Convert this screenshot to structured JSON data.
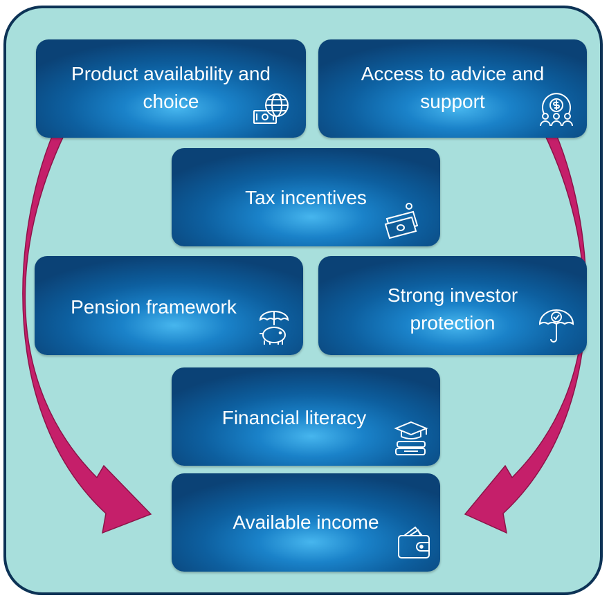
{
  "colors": {
    "frame_fill": "#a8dfdc",
    "frame_border": "#0d3356",
    "card_dark": "#0b4276",
    "card_light": "#47b6ee",
    "arrow": "#c51f6a",
    "arrow_edge": "#8c1449"
  },
  "cards": {
    "product": {
      "label": "Product availability and\nchoice",
      "icon": "globe-money-icon"
    },
    "advice": {
      "label": "Access to advice and\nsupport",
      "icon": "advisor-coin-icon"
    },
    "tax": {
      "label": "Tax incentives",
      "icon": "cash-stack-icon"
    },
    "pension": {
      "label": "Pension framework",
      "icon": "piggy-bank-umbrella-icon"
    },
    "protection": {
      "label": "Strong investor\nprotection",
      "icon": "umbrella-check-icon"
    },
    "literacy": {
      "label": "Financial literacy",
      "icon": "graduation-books-icon"
    },
    "income": {
      "label": "Available income",
      "icon": "wallet-icon"
    }
  }
}
